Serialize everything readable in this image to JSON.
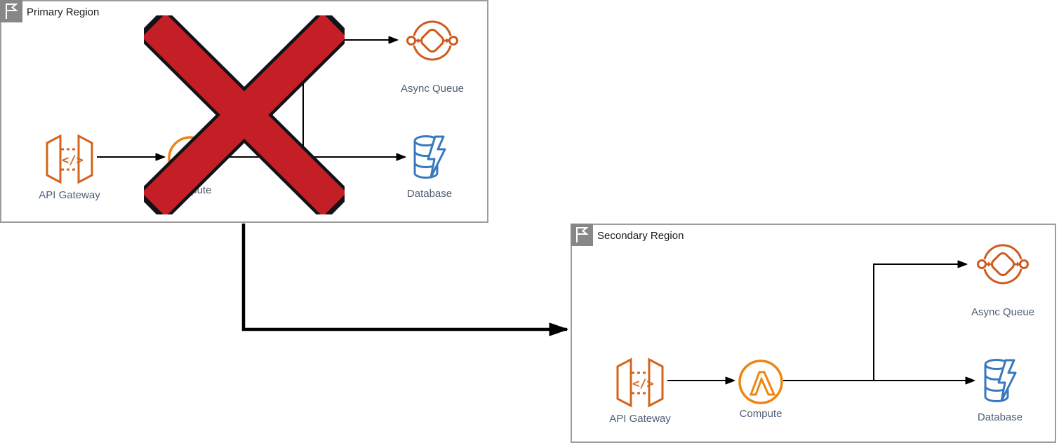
{
  "regions": [
    {
      "label": "Primary Region",
      "crossed_out": true,
      "nodes": [
        {
          "label": "API Gateway"
        },
        {
          "label": "Compute"
        },
        {
          "label": "Async Queue"
        },
        {
          "label": "Database"
        }
      ]
    },
    {
      "label": "Secondary Region",
      "crossed_out": false,
      "nodes": [
        {
          "label": "API Gateway"
        },
        {
          "label": "Compute"
        },
        {
          "label": "Async Queue"
        },
        {
          "label": "Database"
        }
      ]
    }
  ],
  "connections": [
    {
      "region": "Primary Region",
      "from": "API Gateway",
      "to": "Compute"
    },
    {
      "region": "Primary Region",
      "from": "Compute",
      "to": "Async Queue"
    },
    {
      "region": "Primary Region",
      "from": "Compute",
      "to": "Database"
    },
    {
      "region": "Secondary Region",
      "from": "API Gateway",
      "to": "Compute"
    },
    {
      "region": "Secondary Region",
      "from": "Compute",
      "to": "Async Queue"
    },
    {
      "region": "Secondary Region",
      "from": "Compute",
      "to": "Database"
    },
    {
      "from": "Primary Region",
      "to": "Secondary Region",
      "type": "failover"
    }
  ],
  "icons": {
    "api_gateway_glyph": "</>"
  },
  "colors": {
    "apigw_orange": "#D4641A",
    "lambda_orange": "#EF8511",
    "queue_orange": "#CE5A1E",
    "database_blue": "#3879BE",
    "failure_red": "#C41E26",
    "cross_outline": "#121217",
    "label": "#4D5E74",
    "region_title": "#1A1A1A",
    "region_border": "#9C9C9C",
    "flag_bg": "#878787",
    "arrow": "#000000"
  }
}
